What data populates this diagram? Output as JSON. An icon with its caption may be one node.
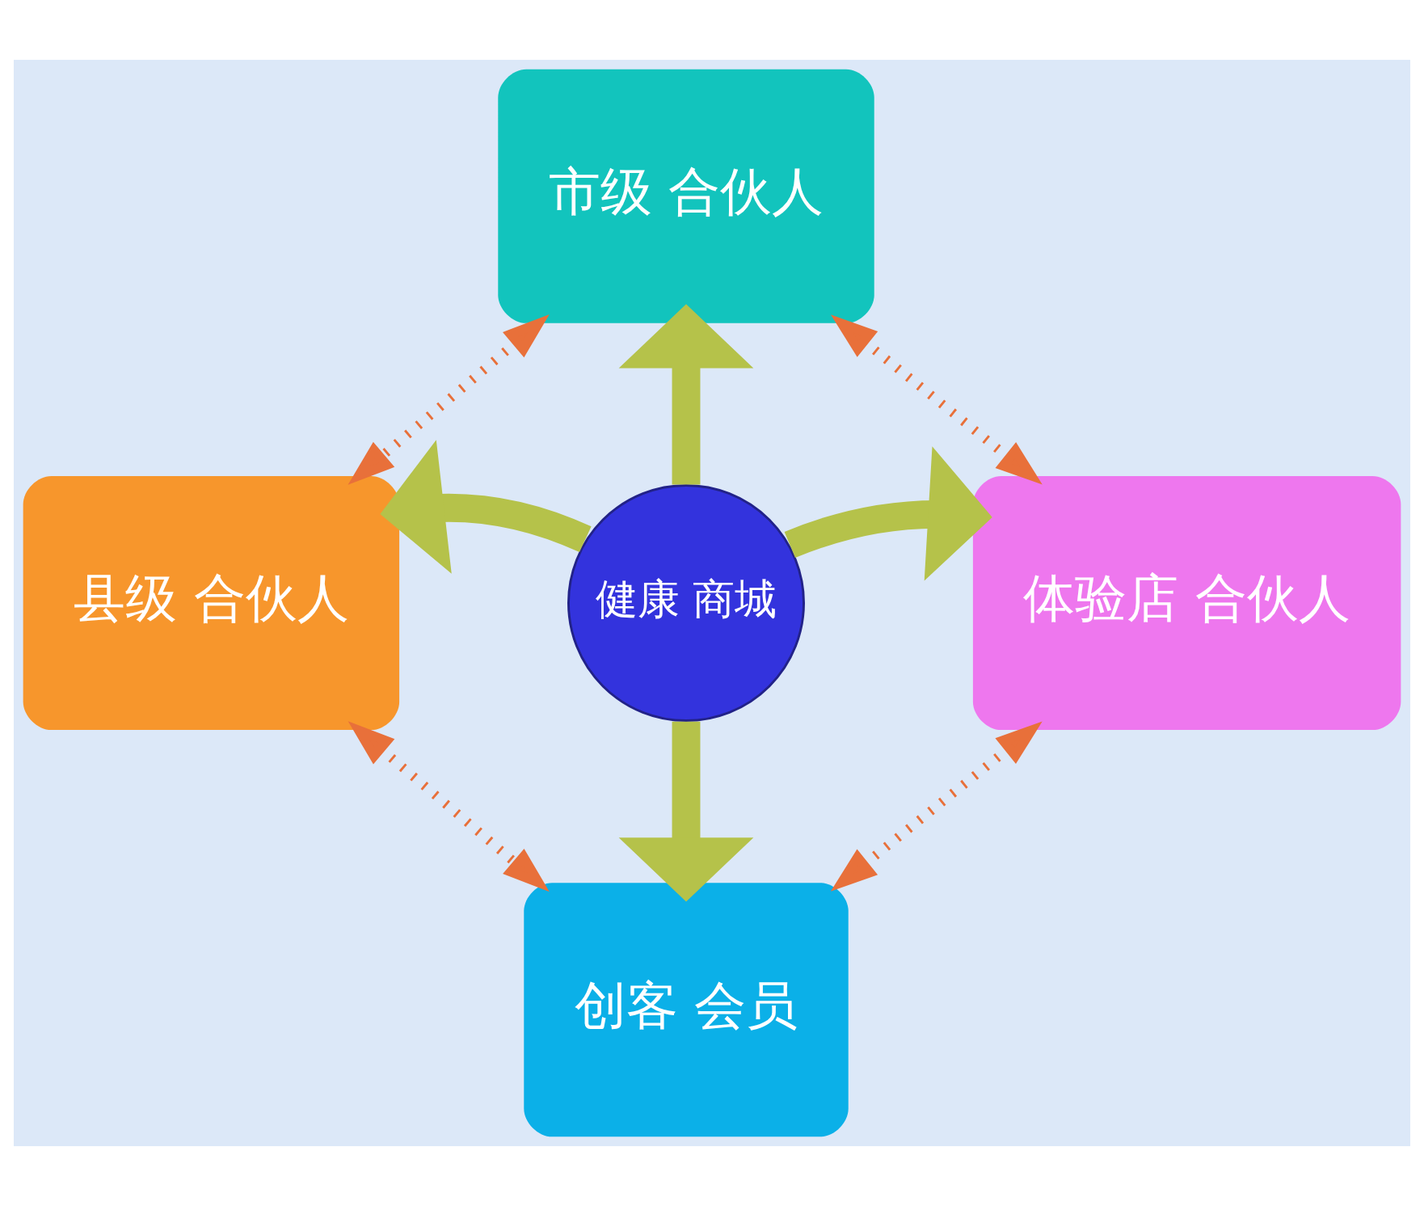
{
  "diagram": {
    "nodes": [
      {
        "text": [
          "市级 合伙人"
        ]
      },
      {
        "text": [
          "县级 合伙人"
        ]
      },
      {
        "text": [
          "健康 商城"
        ]
      },
      {
        "text": [
          "体验店 合伙人"
        ]
      },
      {
        "text": [
          "创客 会员"
        ]
      }
    ],
    "edges": [
      {
        "from": 2,
        "to": 0,
        "arrow": "to",
        "style": "thick",
        "color": "#b5c24a"
      },
      {
        "from": 2,
        "to": 1,
        "arrow": "to",
        "style": "thick",
        "color": "#b5c24a"
      },
      {
        "from": 2,
        "to": 3,
        "arrow": "to",
        "style": "thick",
        "color": "#b5c24a"
      },
      {
        "from": 2,
        "to": 4,
        "arrow": "to",
        "style": "thick",
        "color": "#b5c24a"
      },
      {
        "from": 0,
        "to": 1,
        "arrow": "both",
        "style": "dashed"
      },
      {
        "from": 0,
        "to": 3,
        "arrow": "both",
        "style": "dashed"
      },
      {
        "from": 1,
        "to": 4,
        "arrow": "both",
        "style": "dashed"
      },
      {
        "from": 3,
        "to": 4,
        "arrow": "both",
        "style": "dashed"
      }
    ]
  }
}
